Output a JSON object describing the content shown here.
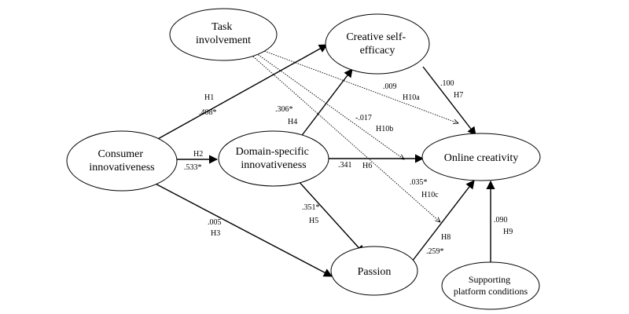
{
  "nodes": {
    "task_involvement": [
      "Task",
      "involvement"
    ],
    "creative_self_efficacy": [
      "Creative self-",
      "efficacy"
    ],
    "consumer_innovativeness": [
      "Consumer",
      "innovativeness"
    ],
    "domain_specific_innovativeness": [
      "Domain-specific",
      "innovativeness"
    ],
    "online_creativity": [
      "Online creativity"
    ],
    "passion": [
      "Passion"
    ],
    "supporting_platform_conditions": [
      "Supporting",
      "platform conditions"
    ]
  },
  "paths": {
    "h1": {
      "hypothesis": "H1",
      "coefficient": ".408*"
    },
    "h2": {
      "hypothesis": "H2",
      "coefficient": ".533*"
    },
    "h3": {
      "hypothesis": "H3",
      "coefficient": ".005"
    },
    "h4": {
      "hypothesis": "H4",
      "coefficient": ".306*"
    },
    "h5": {
      "hypothesis": "H5",
      "coefficient": ".351*"
    },
    "h6": {
      "hypothesis": "H6",
      "coefficient": ".341"
    },
    "h7": {
      "hypothesis": "H7",
      "coefficient": ".100"
    },
    "h8": {
      "hypothesis": "H8",
      "coefficient": ".259*"
    },
    "h9": {
      "hypothesis": "H9",
      "coefficient": ".090"
    },
    "h10a": {
      "hypothesis": "H10a",
      "coefficient": ".009"
    },
    "h10b": {
      "hypothesis": "H10b",
      "coefficient": "-.017"
    },
    "h10c": {
      "hypothesis": "H10c",
      "coefficient": ".035*"
    }
  }
}
